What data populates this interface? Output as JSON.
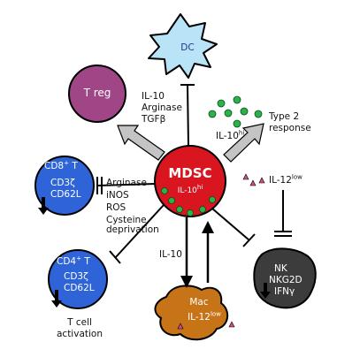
{
  "nodes": {
    "dc": {
      "label": "DC",
      "color": "#b9e3f6"
    },
    "treg": {
      "label": "T reg",
      "color": "#a04687"
    },
    "cd8": {
      "label_main": "CD8",
      "label_sup": "+",
      "label_tail": " T",
      "marker1": "CD3ζ",
      "marker2": "CD62L",
      "color": "#2f64d8"
    },
    "cd4": {
      "label_main": "CD4",
      "label_sup": "+",
      "label_tail": " T",
      "marker1": "CD3ζ",
      "marker2": "CD62L",
      "color": "#2f64d8"
    },
    "mdsc": {
      "label": "MDSC",
      "sub_main": "IL-10",
      "sub_sup": "hi",
      "color": "#d9161f"
    },
    "mac": {
      "label": "Mac",
      "sub_main": "IL-12",
      "sub_sup": "low",
      "color": "#c77418"
    },
    "nk": {
      "label": "NK",
      "marker1": "NKG2D",
      "marker2": "IFNγ",
      "color": "#3c3c3c"
    }
  },
  "labels": {
    "treg_factors": [
      "IL-10",
      "Arginase",
      "TGFβ"
    ],
    "il10hi_main": "IL-10",
    "il10hi_sup": "hi",
    "type2": [
      "Type 2",
      "response"
    ],
    "il12low_main": "IL-12",
    "il12low_sup": "low",
    "cd8_factors": [
      "Arginase",
      "iNOS",
      "ROS",
      "Cysteine",
      "deprivation"
    ],
    "il10_mac": "IL-10",
    "tcell_activation": [
      "T cell",
      "activation"
    ]
  },
  "colors": {
    "dot_green": "#2bb34a",
    "triangle_pink": "#d24a8c",
    "arrow_gray": "#c4c4c4",
    "line": "#000000"
  }
}
